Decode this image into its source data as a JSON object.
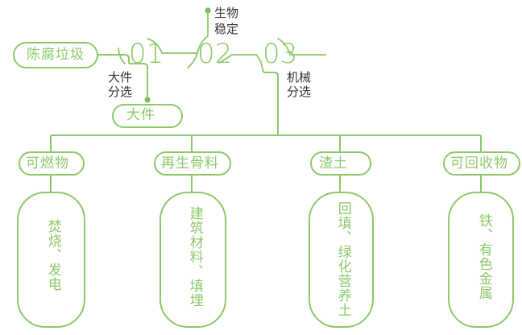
{
  "theme": {
    "line_color": "#8cc96a",
    "text_green": "#8cc96a",
    "text_dark": "#333333",
    "background": "#ffffff"
  },
  "source": {
    "label": "陈腐垃圾"
  },
  "stages": [
    {
      "number": "01",
      "annotation": "大件\n分选",
      "annotation_line1": "大件",
      "annotation_line2": "分选"
    },
    {
      "number": "02",
      "annotation": "生物\n稳定",
      "annotation_line1": "生物",
      "annotation_line2": "稳定"
    },
    {
      "number": "03",
      "annotation": "机械\n分选",
      "annotation_line1": "机械",
      "annotation_line2": "分选"
    }
  ],
  "side_output": {
    "label": "大件"
  },
  "outputs": [
    {
      "pill": "可燃物",
      "detail": "焚烧、发电"
    },
    {
      "pill": "再生骨料",
      "detail": "建筑材料、填埋"
    },
    {
      "pill": "渣土",
      "detail": "回填、绿化营养土"
    },
    {
      "pill": "可回收物",
      "detail": "铁、有色金属"
    }
  ]
}
